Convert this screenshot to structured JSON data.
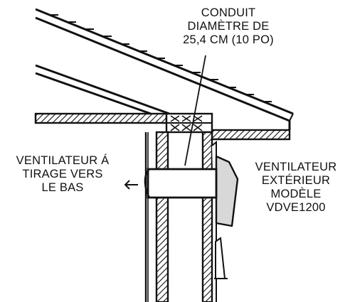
{
  "labels": {
    "conduit": [
      "CONDUIT",
      "DIAMÈTRE DE",
      "25,4 CM (10 PO)"
    ],
    "downdraft": [
      "VENTILATEUR Á",
      "TIRAGE VERS",
      "LE BAS"
    ],
    "exterior": [
      "VENTILATEUR",
      "EXTÉRIEUR",
      "MODÈLE",
      "VDVE1200"
    ]
  },
  "colors": {
    "line": "#111111",
    "hatch": "#111111",
    "fan_fill": "#d8d8d8",
    "background": "#ffffff"
  },
  "icons": {
    "direction_arrow": "arrow-left-icon"
  }
}
